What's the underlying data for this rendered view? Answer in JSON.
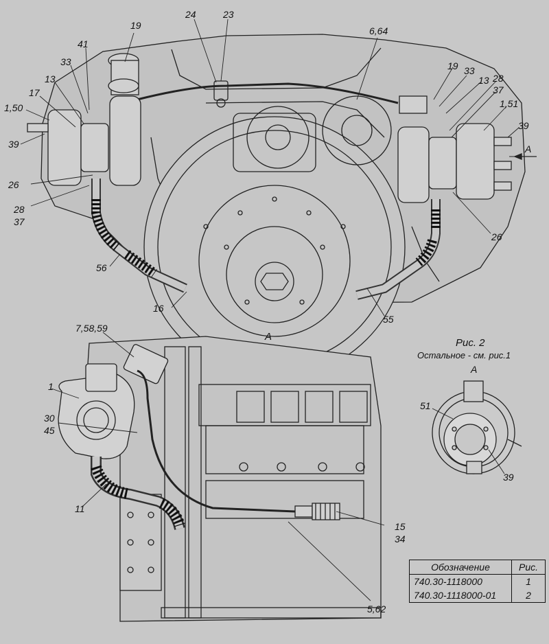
{
  "callouts_top": {
    "l19a": "19",
    "l24": "24",
    "l23": "23",
    "l664": "6,64",
    "l41": "41",
    "l33a": "33",
    "l13a": "13",
    "l17": "17",
    "l150": "1,50",
    "l39a": "39",
    "l26a": "26",
    "l28a": "28",
    "l37a": "37",
    "l56": "56",
    "l16": "16",
    "l19b": "19",
    "l33b": "33",
    "l13b": "13",
    "l28b": "28",
    "l37b": "37",
    "l151": "1,51",
    "l39b": "39",
    "lA": "A",
    "l26b": "26",
    "l55": "55"
  },
  "callouts_bottom": {
    "l75859": "7,58,59",
    "l1": "1",
    "l30": "30",
    "l45": "45",
    "l11": "11",
    "l15": "15",
    "l34": "34",
    "l562": "5,62"
  },
  "view_a_title": "A",
  "fig2": {
    "title": "Рис. 2",
    "subtitle": "Остальное - см. рис.1",
    "view": "A",
    "l51": "51",
    "l39": "39"
  },
  "table": {
    "headers": [
      "Обозначение",
      "Рис."
    ],
    "rows": [
      [
        "740.30-1118000",
        "1"
      ],
      [
        "740.30-1118000-01",
        "2"
      ]
    ]
  }
}
